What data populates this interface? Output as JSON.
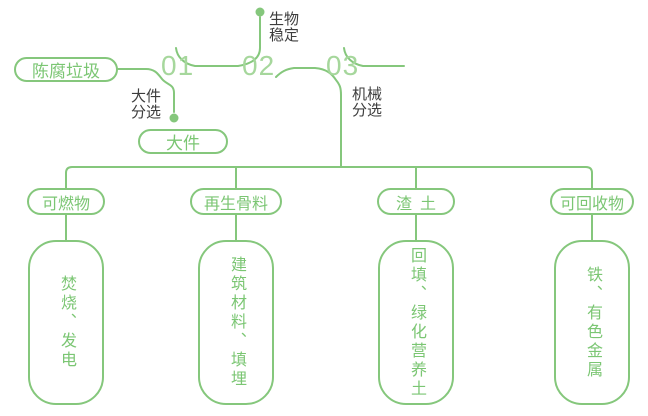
{
  "diagram": {
    "title_implicit": "",
    "source": {
      "label": "陈腐垃圾"
    },
    "steps": [
      {
        "number": "01",
        "label_line1": "大件",
        "label_line2": "分选",
        "branch_output": "大件"
      },
      {
        "number": "02",
        "label_line1": "生物",
        "label_line2": "稳定"
      },
      {
        "number": "03",
        "label_line1": "机械",
        "label_line2": "分选"
      }
    ],
    "categories": [
      {
        "name": "可燃物",
        "usage": "焚烧、发电"
      },
      {
        "name": "再生骨料",
        "usage": "建筑材料、填埋"
      },
      {
        "name": "渣土",
        "usage": "回填、绿化营养土"
      },
      {
        "name": "可回收物",
        "usage": "铁、有色金属"
      }
    ]
  },
  "colors": {
    "line_green": "#85c77c",
    "number_green": "#a6d79c",
    "text_green": "#7bc673",
    "label_dark": "#3d3d3d",
    "background": "#ffffff"
  }
}
